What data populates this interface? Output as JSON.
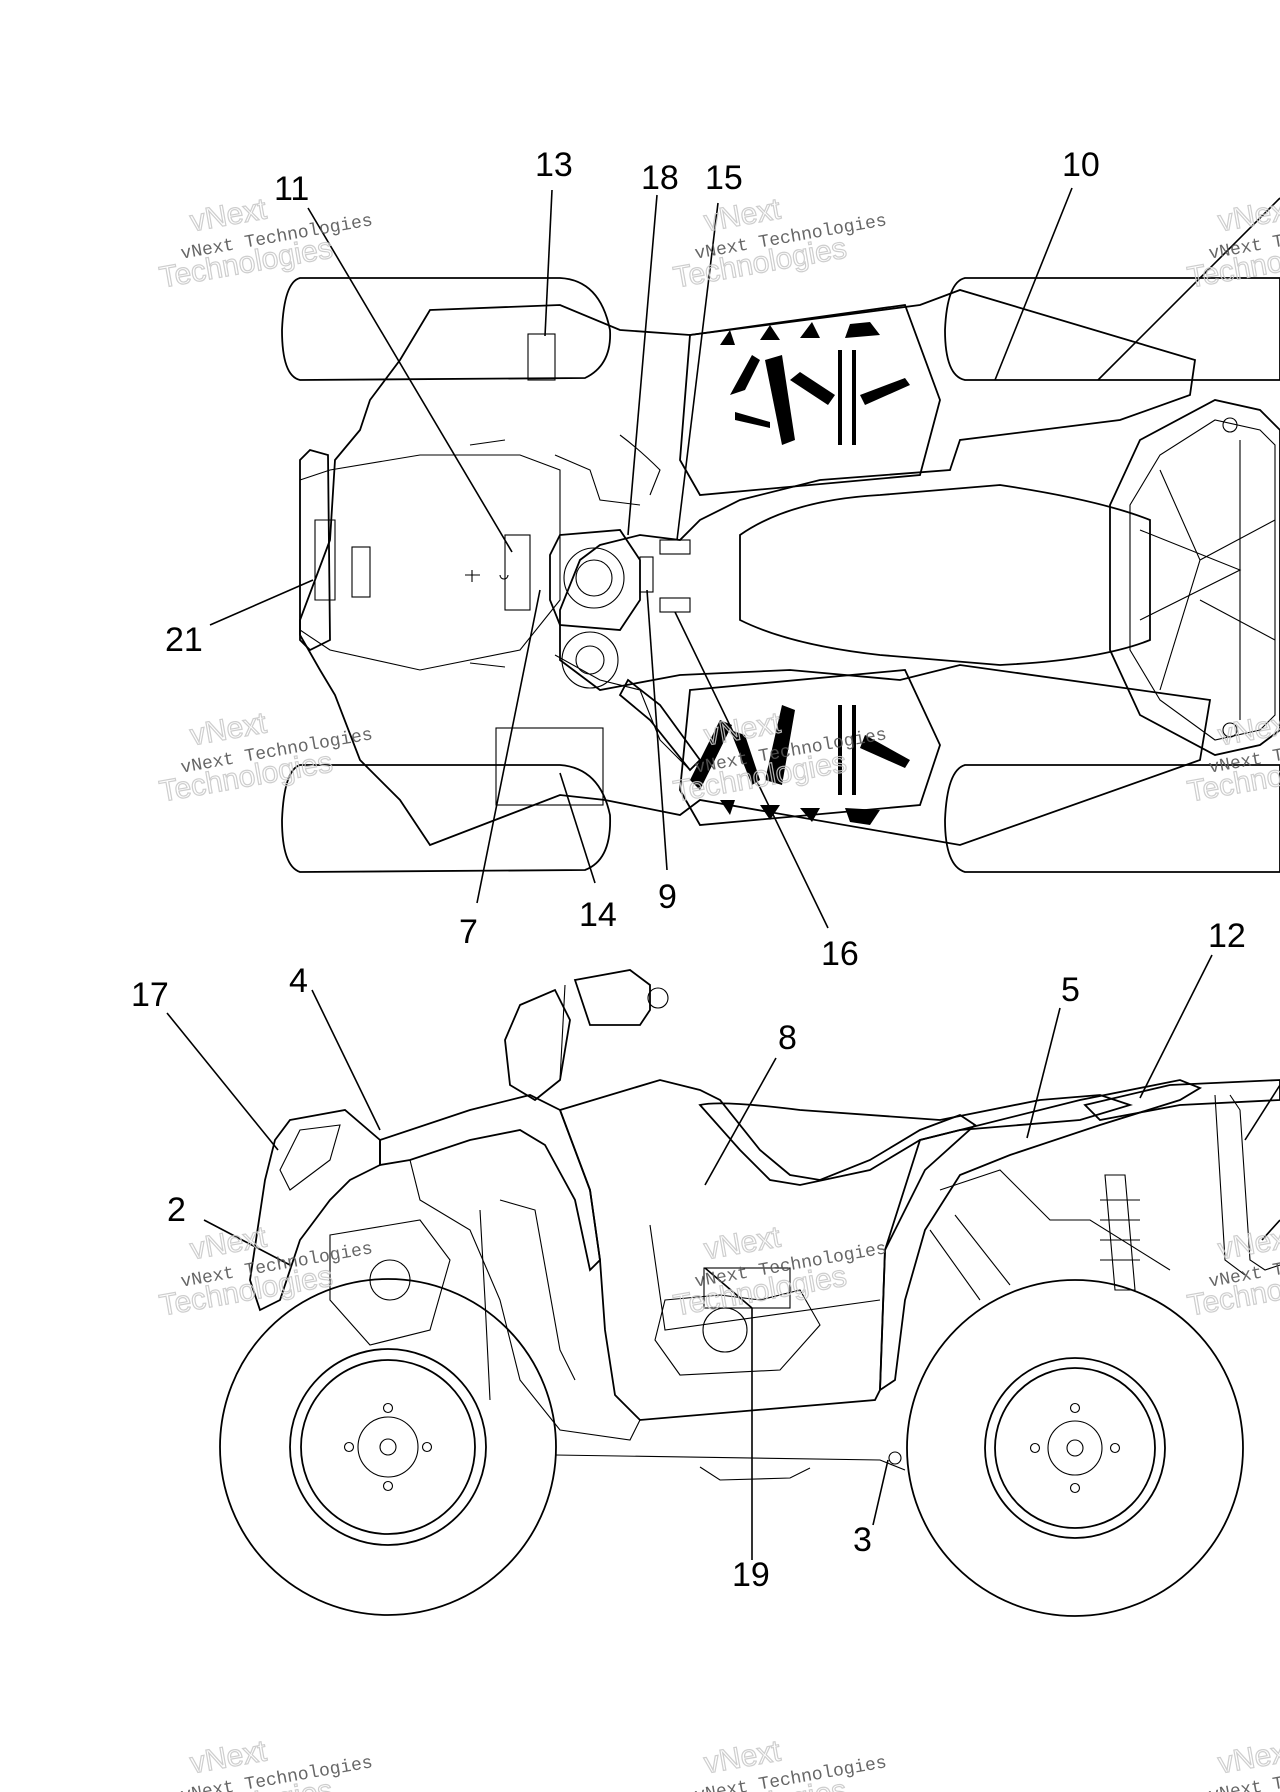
{
  "diagram": {
    "view_top": {
      "callouts": [
        "11",
        "13",
        "18",
        "15",
        "10",
        "21",
        "7",
        "14",
        "9",
        "16"
      ]
    },
    "view_side": {
      "callouts": [
        "17",
        "4",
        "8",
        "5",
        "12",
        "2",
        "3",
        "19"
      ]
    }
  },
  "watermark": {
    "line1": "vNext Technologies",
    "line2": "Technologies",
    "line3": "vNext"
  }
}
